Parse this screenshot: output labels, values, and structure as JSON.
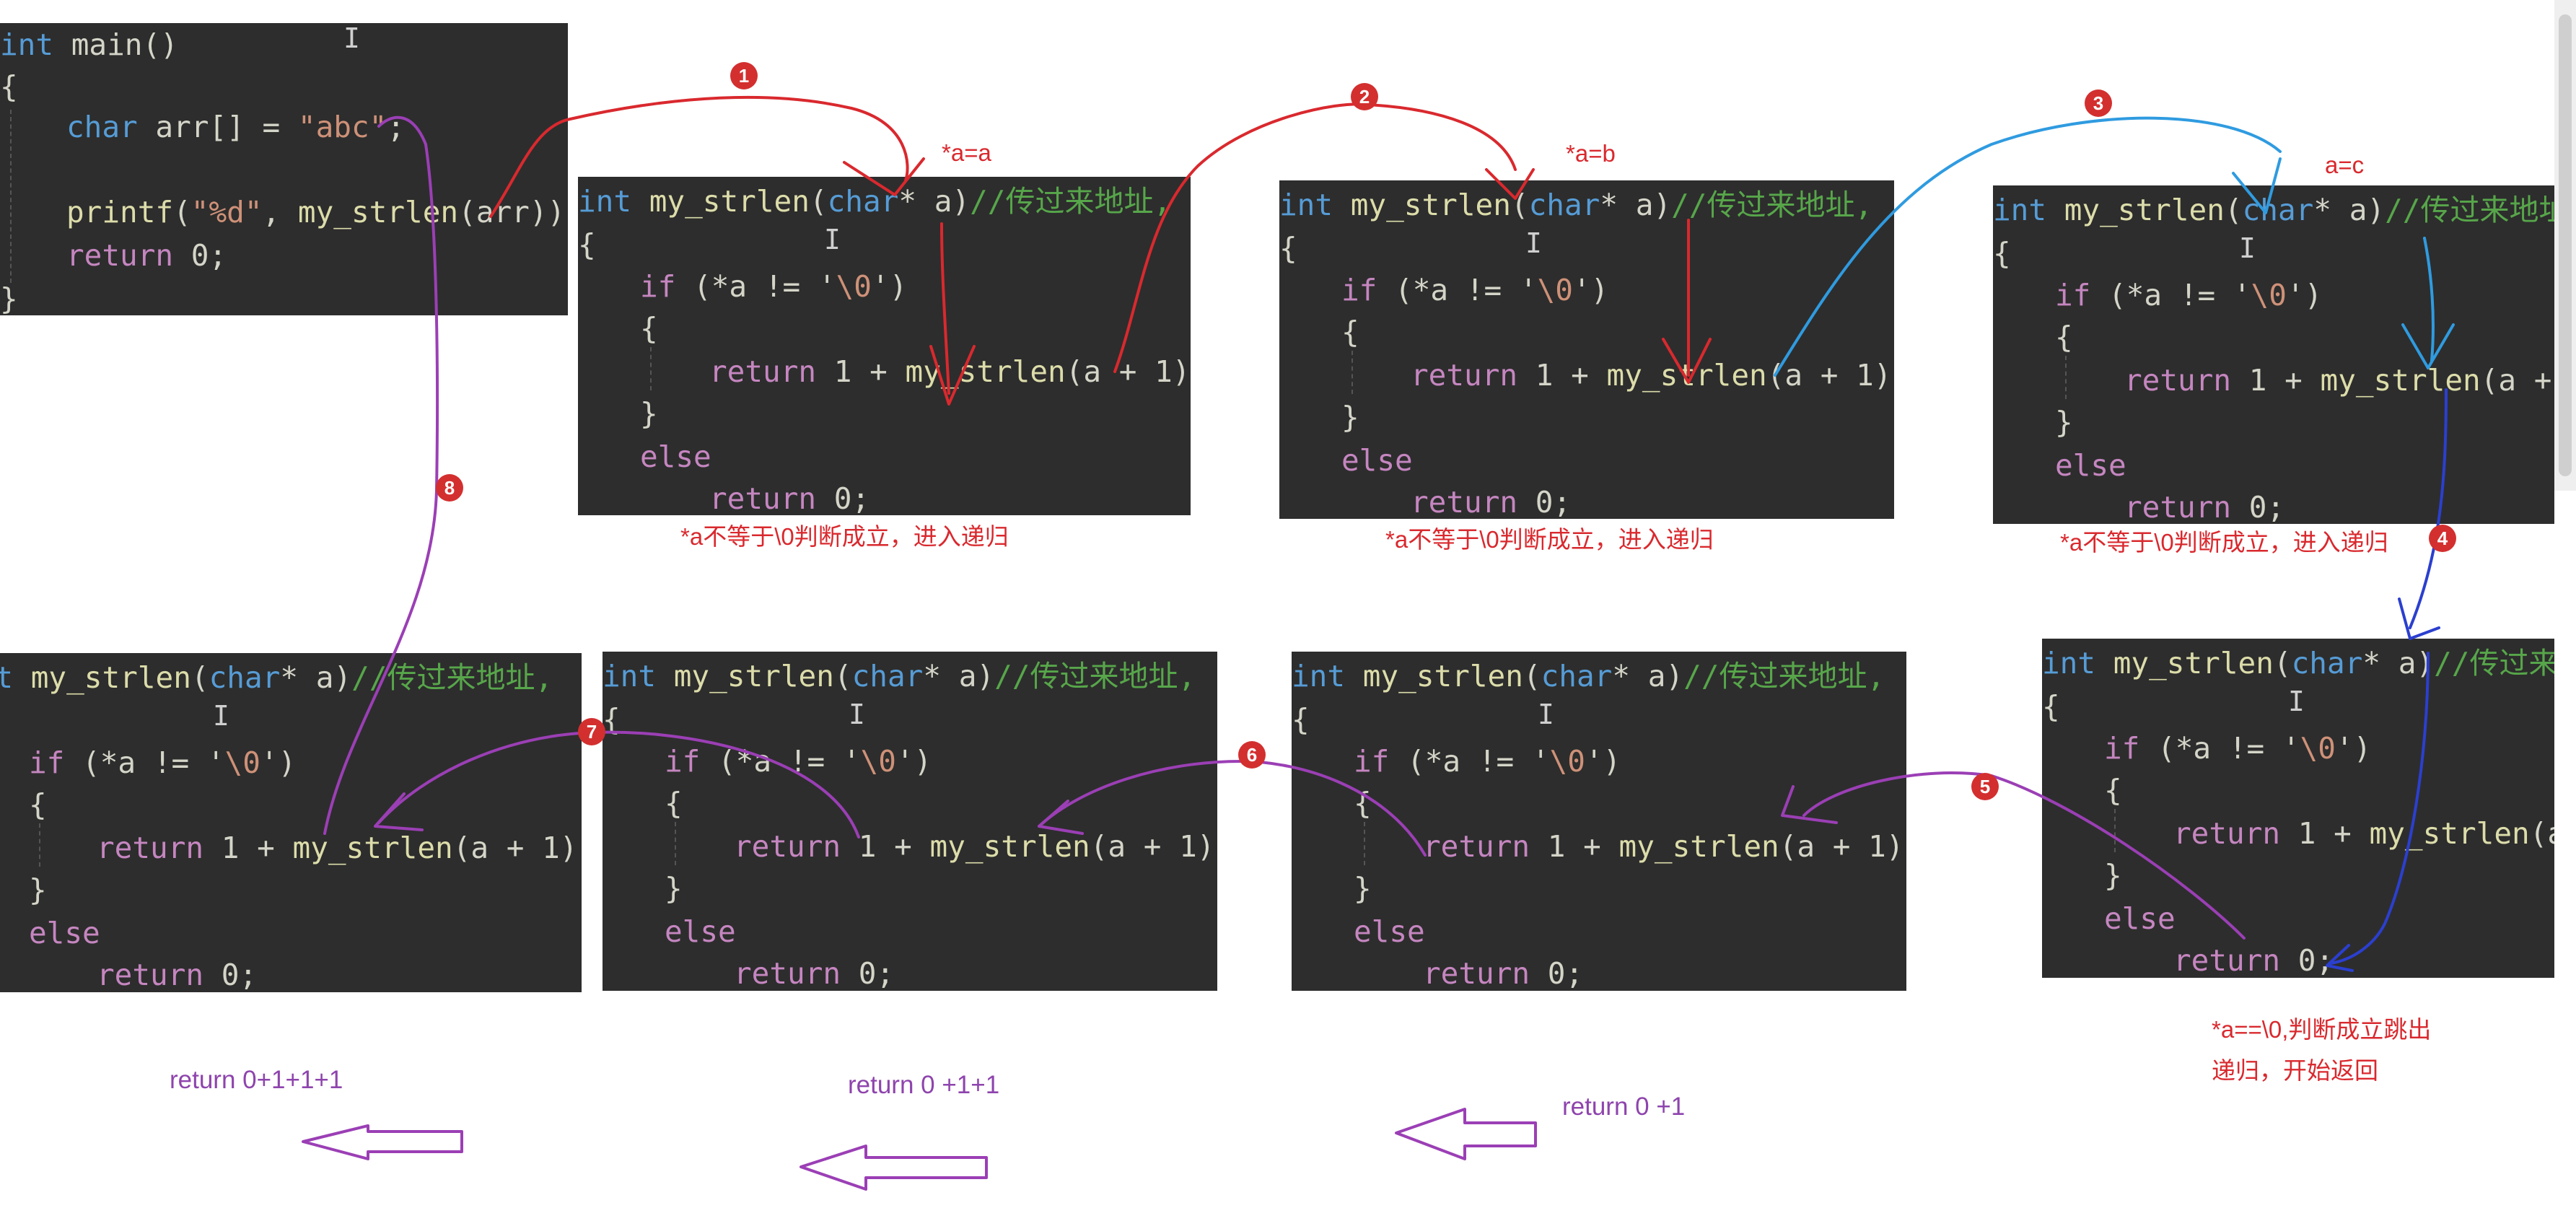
{
  "main_box": {
    "sig": {
      "kw": "int",
      "rest": " main()"
    },
    "open": "{",
    "decl": {
      "kw": "char",
      "mid": " arr[] = ",
      "str": "\"abc\"",
      "end": ";"
    },
    "call": {
      "fn": "printf",
      "p1": "(",
      "str": "\"%d\"",
      "p2": ", ",
      "fn2": "my_strlen",
      "p3": "(arr));"
    },
    "ret": {
      "kw": "return",
      "rest": " 0;"
    },
    "close": "}"
  },
  "fn_code": {
    "int": "int",
    "name": "my_strlen",
    "paren_open": "(",
    "char": "char",
    "param": "* a)",
    "comment": "//传过来地址,",
    "brace_open": "{",
    "if_kw": "if",
    "cond": " (*a != '",
    "zero": "\\0",
    "cond_end": "')",
    "ret_kw": "return",
    "one_plus": " 1 + ",
    "call_end": "(a + 1);",
    "brace_close": "}",
    "else_kw": "else",
    "ret_zero": " 0;"
  },
  "cursor_glyph": "I",
  "notes": {
    "a_eq_a": "*a=a",
    "a_eq_b": "*a=b",
    "a_eq_c": "a=c",
    "recurse_1": "*a不等于\\0判断成立，进入递归",
    "recurse_2": "*a不等于\\0判断成立，进入递归",
    "recurse_3": "*a不等于\\0判断成立，进入递归",
    "end_line1": "*a==\\0,判断成立跳出",
    "end_line2": "递归，开始返回"
  },
  "returns": {
    "r1": "return 0+1+1+1",
    "r2": "return 0  +1+1",
    "r3": "return 0  +1"
  },
  "steps": [
    "1",
    "2",
    "3",
    "4",
    "5",
    "6",
    "7",
    "8"
  ],
  "colors": {
    "red_arrow": "#d9292e",
    "blue_arrow": "#2f9be0",
    "navy_arrow": "#2b3fcf",
    "purple_arrow": "#9b3fb5",
    "badge": "#d32f2f",
    "code_bg": "#2d2d2d"
  }
}
